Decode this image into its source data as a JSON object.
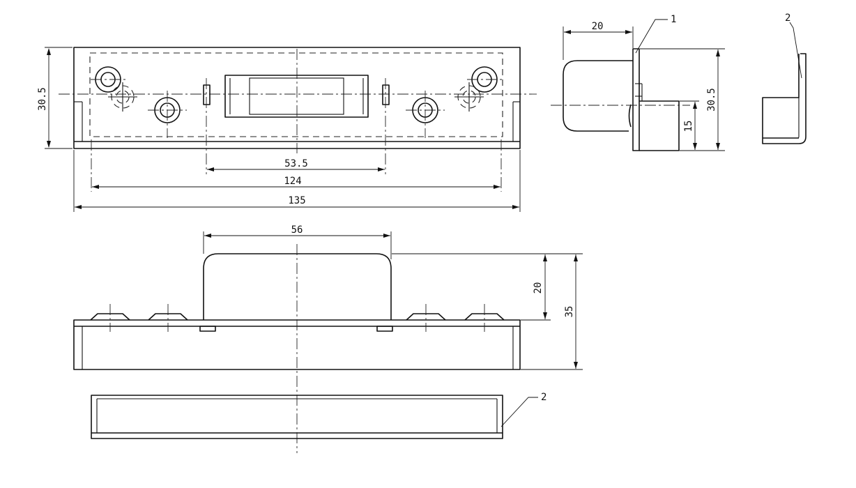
{
  "dimensions": {
    "top_height": "30.5",
    "slot_spacing": "53.5",
    "hole_spacing": "124",
    "overall_length": "135",
    "side_depth": "20",
    "side_height": "30.5",
    "side_lower": "15",
    "front_width": "56",
    "front_rise": "20",
    "front_height": "35"
  },
  "callouts": {
    "side_part": "1",
    "end_part": "2",
    "bottom_part": "2"
  }
}
